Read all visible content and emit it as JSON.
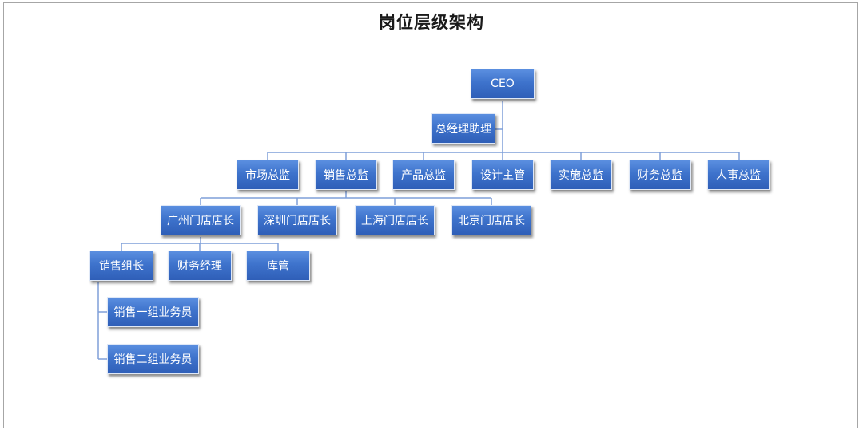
{
  "title": "岗位层级架构",
  "line_color": "#7f9fd9",
  "node_color": "#3e73cc",
  "nodes": {
    "ceo": "CEO",
    "assistant": "总经理助理",
    "marketing_director": "市场总监",
    "sales_director": "销售总监",
    "product_director": "产品总监",
    "design_lead": "设计主管",
    "implementation_director": "实施总监",
    "finance_director": "财务总监",
    "hr_director": "人事总监",
    "guangzhou_manager": "广州门店店长",
    "shenzhen_manager": "深圳门店店长",
    "shanghai_manager": "上海门店店长",
    "beijing_manager": "北京门店店长",
    "sales_team_lead": "销售组长",
    "finance_manager": "财务经理",
    "warehouse": "库管",
    "sales_team1_staff": "销售一组业务员",
    "sales_team2_staff": "销售二组业务员"
  }
}
